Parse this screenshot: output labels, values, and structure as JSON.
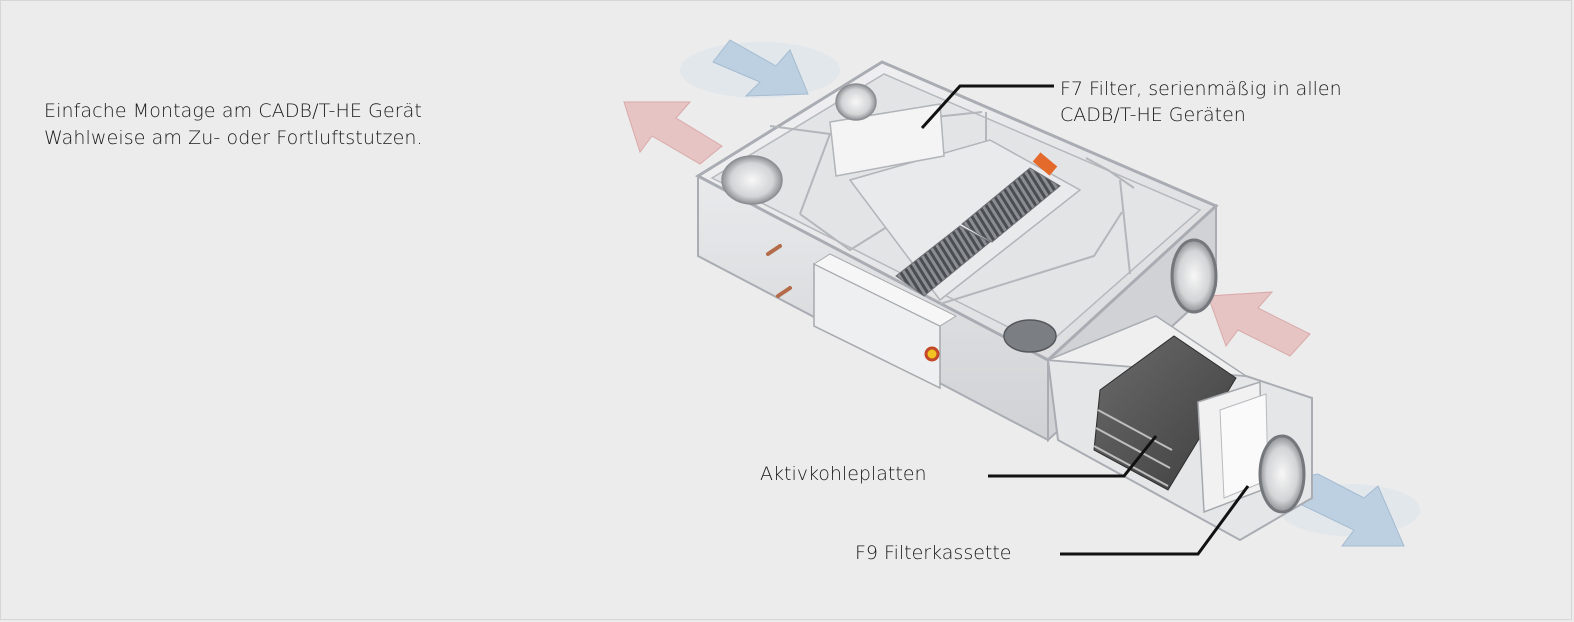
{
  "intro": {
    "line1": "Einfache Montage am CADB/T-HE Gerät",
    "line2": "Wahlweise am Zu- oder Fortluftstutzen."
  },
  "callouts": {
    "f7_line1": "F7 Filter, serienmäßig in allen",
    "f7_line2": "CADB/T-HE Geräten",
    "activated_carbon": "Aktivkohleplatten",
    "f9_cassette": "F9 Filterkassette"
  },
  "colors": {
    "background": "#ececec",
    "arrow_exhaust": "#e7c4c4",
    "arrow_supply": "#bcd0e2",
    "housing": "#dcdde0",
    "frame_metal": "#a9adb3",
    "leader_line": "#111111"
  }
}
